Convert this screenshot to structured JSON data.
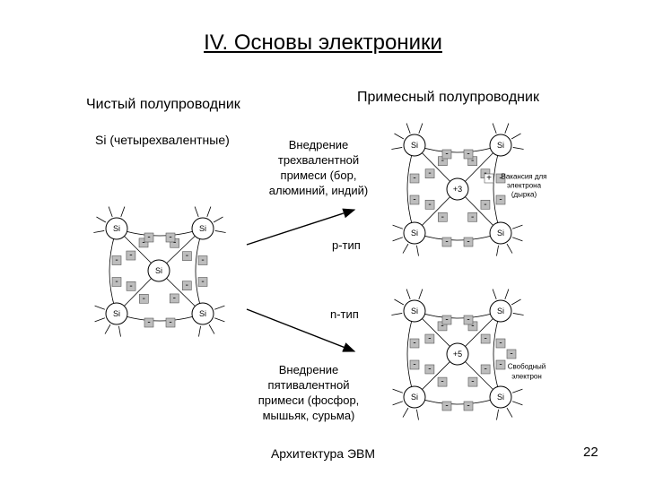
{
  "title": "IV. Основы электроники",
  "pure": {
    "heading": "Чистый полупроводник",
    "caption": "Si (четырехвалентные)",
    "atom_label": "Si",
    "electron_sign": "-"
  },
  "doped": {
    "heading": "Примесный полупроводник",
    "acceptor_text": [
      "Внедрение",
      "трехвалентной",
      "примеси (бор,",
      "алюминий, индий)"
    ],
    "donor_text": [
      "Внедрение",
      "пятивалентной",
      "примеси (фосфор,",
      "мышьяк, сурьма)"
    ],
    "p_type": "p-тип",
    "n_type": "n-тип",
    "p_lattice": {
      "atom_label": "Si",
      "impurity_label": "+3",
      "hole_sign": "+",
      "note": [
        "Вакансия для",
        "электрона",
        "(дырка)"
      ]
    },
    "n_lattice": {
      "atom_label": "Si",
      "impurity_label": "+5",
      "extra_electron_sign": "-",
      "note": [
        "Свободный",
        "электрон"
      ]
    }
  },
  "footer": {
    "text": "Архитектура ЭВМ",
    "page_number": "22"
  }
}
